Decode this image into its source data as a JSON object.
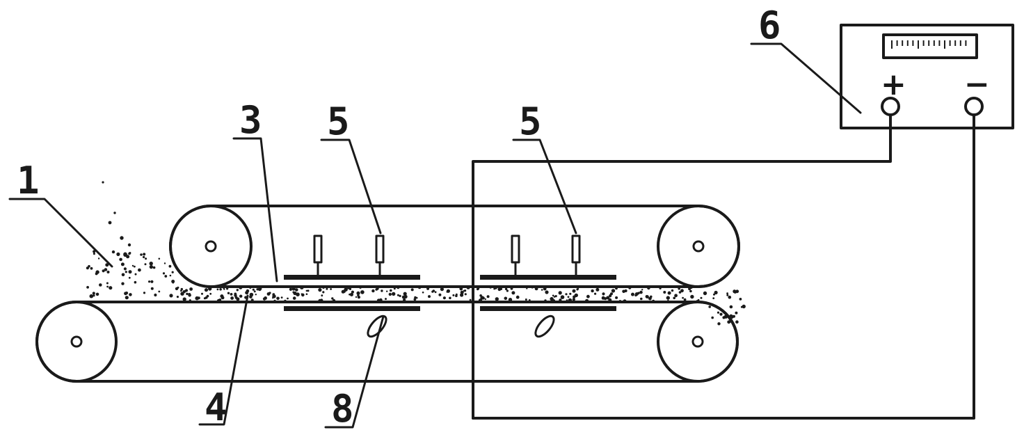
{
  "labels": {
    "powder": "1",
    "upper_belt": "3",
    "lower_belt": "4",
    "probe_a": "5",
    "probe_b": "5",
    "power_supply": "6",
    "lower_probe": "8"
  },
  "power_supply": {
    "positive_sign": "+",
    "negative_sign": "−"
  },
  "colors": {
    "ink": "#1a1a1a",
    "paper": "#ffffff"
  }
}
